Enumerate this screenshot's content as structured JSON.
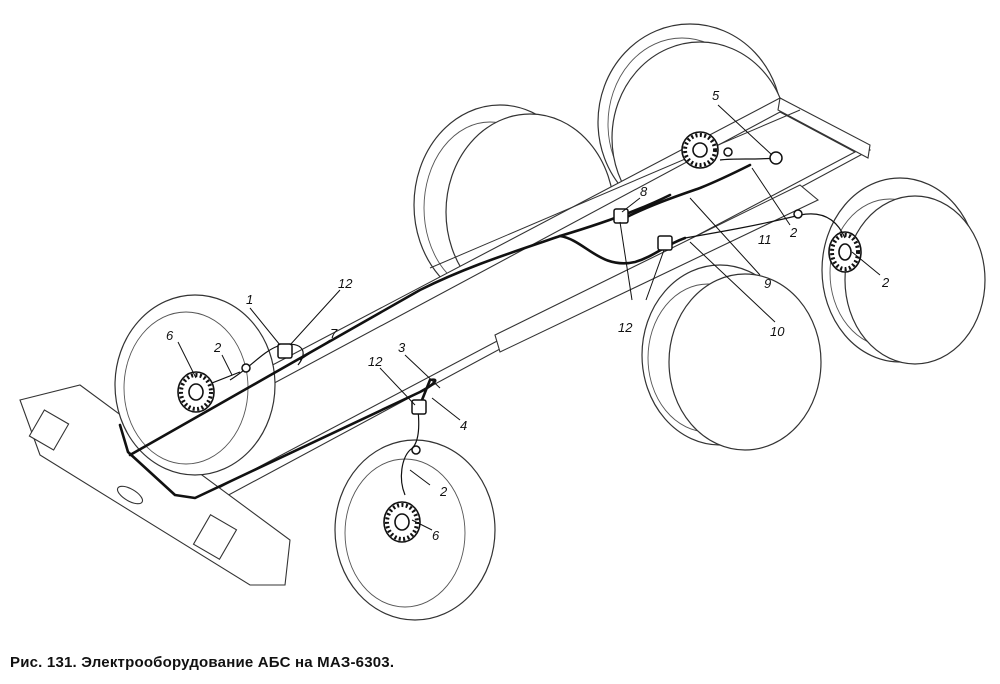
{
  "caption": "Рис. 131. Электрооборудование АБС на МАЗ-6303.",
  "callouts": {
    "c1": "1",
    "c2a": "2",
    "c2b": "2",
    "c2c": "2",
    "c2d": "2",
    "c3": "3",
    "c4": "4",
    "c5": "5",
    "c6a": "6",
    "c6b": "6",
    "c7": "7",
    "c8": "8",
    "c9": "9",
    "c10": "10",
    "c11": "11",
    "c12a": "12",
    "c12b": "12",
    "c12c": "12"
  }
}
